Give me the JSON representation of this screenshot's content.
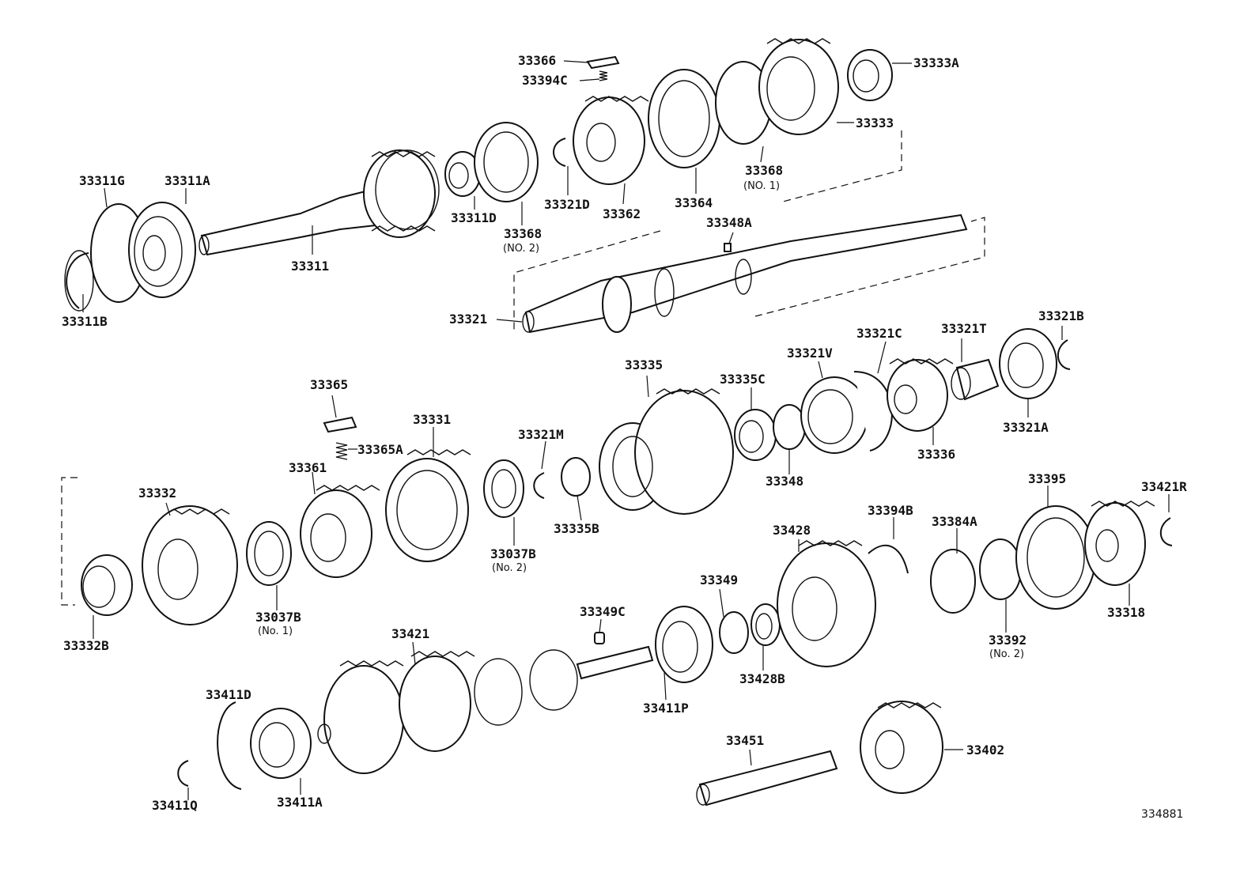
{
  "diagram": {
    "reference_number": "334881",
    "parts": [
      {
        "key": "p33366",
        "label": "33366"
      },
      {
        "key": "p33394C",
        "label": "33394C"
      },
      {
        "key": "p33333A",
        "label": "33333A"
      },
      {
        "key": "p33333",
        "label": "33333"
      },
      {
        "key": "p33311G",
        "label": "33311G"
      },
      {
        "key": "p33311A",
        "label": "33311A"
      },
      {
        "key": "p33368_1",
        "label": "33368",
        "note": "(NO. 1)"
      },
      {
        "key": "p33321D",
        "label": "33321D"
      },
      {
        "key": "p33362",
        "label": "33362"
      },
      {
        "key": "p33364",
        "label": "33364"
      },
      {
        "key": "p33311D",
        "label": "33311D"
      },
      {
        "key": "p33368_2",
        "label": "33368",
        "note": "(NO. 2)"
      },
      {
        "key": "p33348A",
        "label": "33348A"
      },
      {
        "key": "p33311",
        "label": "33311"
      },
      {
        "key": "p33311B",
        "label": "33311B"
      },
      {
        "key": "p33321",
        "label": "33321"
      },
      {
        "key": "p33321B",
        "label": "33321B"
      },
      {
        "key": "p33321C",
        "label": "33321C"
      },
      {
        "key": "p33321T",
        "label": "33321T"
      },
      {
        "key": "p33321V",
        "label": "33321V"
      },
      {
        "key": "p33335",
        "label": "33335"
      },
      {
        "key": "p33335C",
        "label": "33335C"
      },
      {
        "key": "p33365",
        "label": "33365"
      },
      {
        "key": "p33331",
        "label": "33331"
      },
      {
        "key": "p33321M",
        "label": "33321M"
      },
      {
        "key": "p33321A",
        "label": "33321A"
      },
      {
        "key": "p33365A",
        "label": "33365A"
      },
      {
        "key": "p33336",
        "label": "33336"
      },
      {
        "key": "p33361",
        "label": "33361"
      },
      {
        "key": "p33332",
        "label": "33332"
      },
      {
        "key": "p33348",
        "label": "33348"
      },
      {
        "key": "p33395",
        "label": "33395"
      },
      {
        "key": "p33421R",
        "label": "33421R"
      },
      {
        "key": "p33335B",
        "label": "33335B"
      },
      {
        "key": "p33037B_2",
        "label": "33037B",
        "note": "(No. 2)"
      },
      {
        "key": "p33394B",
        "label": "33394B"
      },
      {
        "key": "p33384A",
        "label": "33384A"
      },
      {
        "key": "p33428",
        "label": "33428"
      },
      {
        "key": "p33349",
        "label": "33349"
      },
      {
        "key": "p33318",
        "label": "33318"
      },
      {
        "key": "p33037B_1",
        "label": "33037B",
        "note": "(No. 1)"
      },
      {
        "key": "p33349C",
        "label": "33349C"
      },
      {
        "key": "p33421",
        "label": "33421"
      },
      {
        "key": "p33392_2",
        "label": "33392",
        "note": "(No. 2)"
      },
      {
        "key": "p33332B",
        "label": "33332B"
      },
      {
        "key": "p33428B",
        "label": "33428B"
      },
      {
        "key": "p33411D",
        "label": "33411D"
      },
      {
        "key": "p33411P",
        "label": "33411P"
      },
      {
        "key": "p33451",
        "label": "33451"
      },
      {
        "key": "p33402",
        "label": "33402"
      },
      {
        "key": "p33411Q",
        "label": "33411Q"
      },
      {
        "key": "p33411A",
        "label": "33411A"
      }
    ]
  }
}
